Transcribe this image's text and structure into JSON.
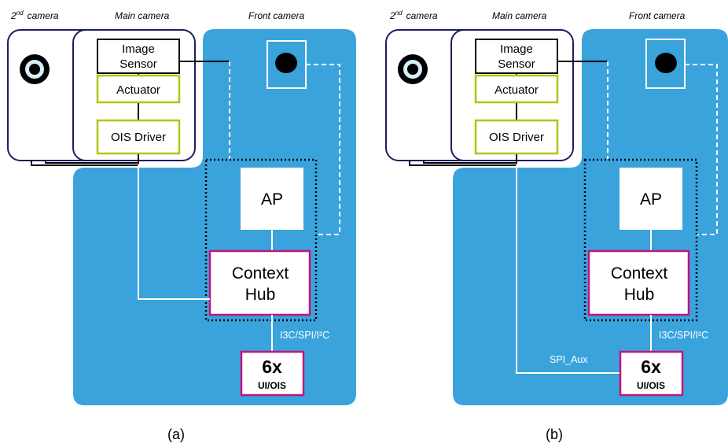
{
  "colors": {
    "board": "#3aa3dc",
    "camera_outline": "#1a1f5e",
    "yellow_box": "#b5c40f",
    "magenta_box": "#c0147f",
    "white_line": "#ffffff",
    "black_line": "#000000"
  },
  "icons": {
    "camera_lens": "lens-icon"
  },
  "panel_a": {
    "second_camera_sup": "nd",
    "second_camera_num": "2",
    "second_camera_label": "camera",
    "main_camera_label": "Main camera",
    "front_camera_label": "Front camera",
    "image_sensor_line1": "Image",
    "image_sensor_line2": "Sensor",
    "actuator_label": "Actuator",
    "ois_driver_label": "OIS Driver",
    "ap_label": "AP",
    "context_hub_line1": "Context",
    "context_hub_line2": "Hub",
    "bus_label": "I3C/SPI/I²C",
    "chip_line1": "6x",
    "chip_line2": "UI/OIS",
    "caption": "(a)"
  },
  "panel_b": {
    "second_camera_sup": "nd",
    "second_camera_num": "2",
    "second_camera_label": "camera",
    "main_camera_label": "Main camera",
    "front_camera_label": "Front camera",
    "image_sensor_line1": "Image",
    "image_sensor_line2": "Sensor",
    "actuator_label": "Actuator",
    "ois_driver_label": "OIS Driver",
    "ap_label": "AP",
    "context_hub_line1": "Context",
    "context_hub_line2": "Hub",
    "bus_label": "I3C/SPI/I²C",
    "aux_bus_label": "SPI_Aux",
    "chip_line1": "6x",
    "chip_line2": "UI/OIS",
    "caption": "(b)"
  }
}
